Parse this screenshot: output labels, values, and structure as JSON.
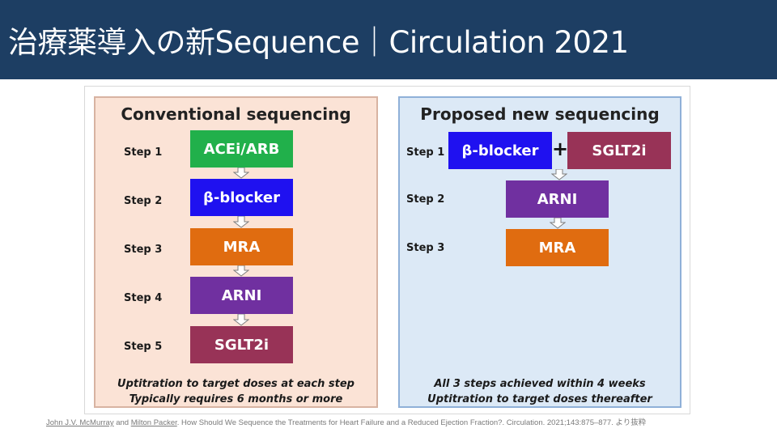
{
  "header": {
    "title": "治療薬導入の新Sequence｜Circulation 2021",
    "background": "#1d3e63"
  },
  "diagram": {
    "left_panel": {
      "title": "Conventional sequencing",
      "background": "#fbe3d6",
      "steps": [
        {
          "label": "Step 1",
          "drug": "ACEi/ARB",
          "color": "#21b04b"
        },
        {
          "label": "Step 2",
          "drug": "β-blocker",
          "color": "#1f11f0"
        },
        {
          "label": "Step 3",
          "drug": "MRA",
          "color": "#e06c10"
        },
        {
          "label": "Step 4",
          "drug": "ARNI",
          "color": "#7030a0"
        },
        {
          "label": "Step 5",
          "drug": "SGLT2i",
          "color": "#983357"
        }
      ],
      "note_line1": "Uptitration to target doses at each step",
      "note_line2": "Typically requires 6 months or more"
    },
    "right_panel": {
      "title": "Proposed new sequencing",
      "background": "#dce9f6",
      "steps": [
        {
          "label": "Step 1",
          "drug": "β-blocker",
          "color": "#1f11f0",
          "plus": "+",
          "drug2": "SGLT2i",
          "color2": "#983357"
        },
        {
          "label": "Step 2",
          "drug": "ARNI",
          "color": "#7030a0"
        },
        {
          "label": "Step 3",
          "drug": "MRA",
          "color": "#e06c10"
        }
      ],
      "note_line1": "All 3 steps achieved within 4 weeks",
      "note_line2": "Uptitration to target doses thereafter"
    }
  },
  "citation": {
    "author1": "John J.V. McMurray",
    "and": " and ",
    "author2": "Milton Packer",
    "text": ". How Should We Sequence the Treatments for Heart Failure and a Reduced Ejection Fraction?. Circulation. 2021;143:875–877. より抜粋"
  }
}
